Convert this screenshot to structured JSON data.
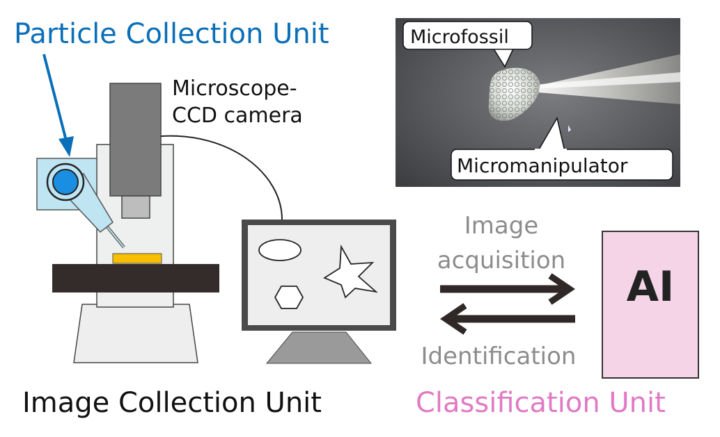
{
  "labels": {
    "particle_unit": "Particle Collection Unit",
    "camera_line1": "Microscope-",
    "camera_line2": "CCD camera",
    "microfossil": "Microfossil",
    "micromanipulator": "Micromanipulator",
    "acquisition_line1": "Image",
    "acquisition_line2": "acquisition",
    "identification": "Identification",
    "ai": "AI",
    "image_unit": "Image Collection Unit",
    "classification_unit": "Classification Unit"
  },
  "colors": {
    "particle_blue": "#0a6fb8",
    "classification_pink": "#e07ac4",
    "ai_box_fill": "#f4d4e6",
    "gray_text": "#8c8c8c",
    "dark_bar": "#332c2b",
    "sample_yellow": "#f8be00",
    "light_blue": "#bfe4f2"
  }
}
